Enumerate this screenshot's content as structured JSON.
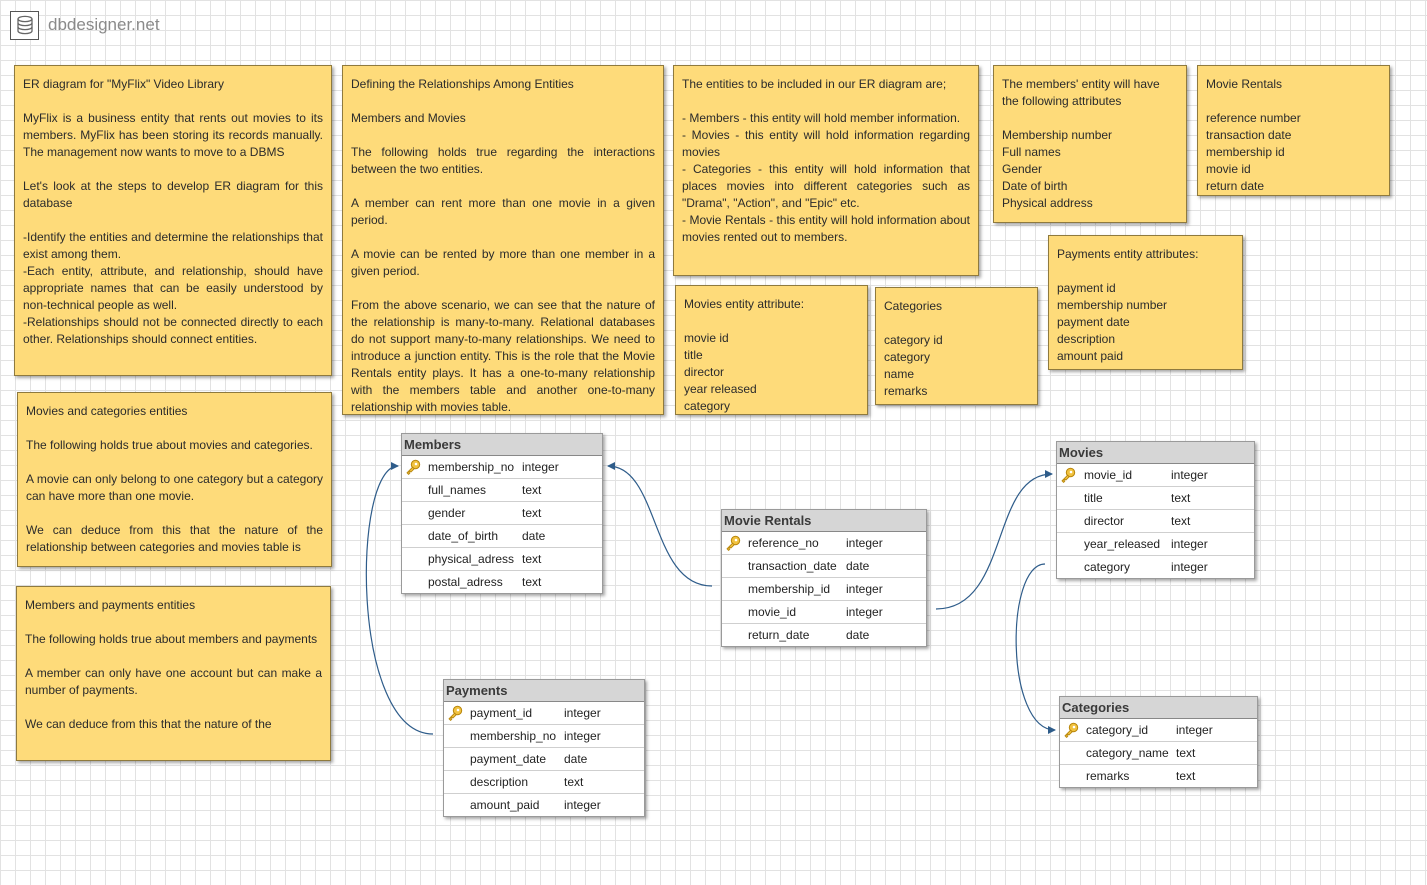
{
  "app": {
    "logo_text": "dbdesigner.net"
  },
  "notes": {
    "intro": "ER diagram for \"MyFlix\" Video Library\n\nMyFlix is a business entity that rents out movies to its members. MyFlix has been storing its records manually. The management now wants to move to a DBMS\n\nLet's look at the steps to develop ER diagram for this database\n\n-Identify the entities and determine the relationships that exist among them.\n-Each entity, attribute, and relationship, should have appropriate names that can be easily understood by non-technical people as well.\n-Relationships should not be connected directly to each other. Relationships should connect entities.",
    "relationships": "Defining the Relationships Among Entities\n\nMembers and Movies\n\nThe following holds true regarding the interactions between the two entities.\n\nA member can rent more than one movie in a given period.\n\nA movie can be rented by more than one member in a given period.\n\nFrom the above scenario, we can see that the nature of the relationship is many-to-many. Relational databases do not support many-to-many relationships. We need to introduce a junction entity. This is the role that the Movie Rentals entity plays. It has a one-to-many relationship with the members table and another one-to-many relationship with movies table.",
    "entities": "The entities to be included in our ER diagram are;\n\n- Members - this entity will hold member information.\n- Movies - this entity will hold information regarding movies\n- Categories - this entity will hold information that places movies into different categories such as \"Drama\", \"Action\", and \"Epic\" etc.\n- Movie Rentals - this entity will hold information about movies rented out to members.",
    "members_attrs": "The members' entity will have the following attributes\n\nMembership number\nFull names\nGender\nDate of birth\nPhysical address",
    "movie_rentals": "Movie Rentals\n\nreference number\ntransaction date\nmembership id\nmovie id\nreturn date",
    "payments_attrs": "Payments entity attributes:\n\npayment id\nmembership number\npayment date\ndescription\namount paid",
    "movies_attrs": "Movies entity attribute:\n\nmovie id\ntitle\ndirector\nyear released\ncategory",
    "categories_attrs": "Categories\n\ncategory id\ncategory\nname\nremarks",
    "movies_categories": "Movies and categories entities\n\nThe following holds true about movies and categories.\n\nA movie can only belong to one category but a category can have more than one movie.\n\nWe can deduce from this that the nature of the relationship between categories and movies table is",
    "members_payments": "Members and payments entities\n\nThe following holds true about members and payments\n\nA member can only have one account but can make a number of payments.\n\nWe can deduce from this that the nature of the"
  },
  "tables": {
    "members": {
      "name": "Members",
      "columns": [
        {
          "name": "membership_no",
          "type": "integer",
          "pk": true
        },
        {
          "name": "full_names",
          "type": "text"
        },
        {
          "name": "gender",
          "type": "text"
        },
        {
          "name": "date_of_birth",
          "type": "date"
        },
        {
          "name": "physical_adress",
          "type": "text"
        },
        {
          "name": "postal_adress",
          "type": "text"
        }
      ]
    },
    "movie_rentals": {
      "name": "Movie Rentals",
      "columns": [
        {
          "name": "reference_no",
          "type": "integer",
          "pk": true
        },
        {
          "name": "transaction_date",
          "type": "date"
        },
        {
          "name": "membership_id",
          "type": "integer"
        },
        {
          "name": "movie_id",
          "type": "integer"
        },
        {
          "name": "return_date",
          "type": "date"
        }
      ]
    },
    "movies": {
      "name": "Movies",
      "columns": [
        {
          "name": "movie_id",
          "type": "integer",
          "pk": true
        },
        {
          "name": "title",
          "type": "text"
        },
        {
          "name": "director",
          "type": "text"
        },
        {
          "name": "year_released",
          "type": "integer"
        },
        {
          "name": "category",
          "type": "integer"
        }
      ]
    },
    "payments": {
      "name": "Payments",
      "columns": [
        {
          "name": "payment_id",
          "type": "integer",
          "pk": true
        },
        {
          "name": "membership_no",
          "type": "integer"
        },
        {
          "name": "payment_date",
          "type": "date"
        },
        {
          "name": "description",
          "type": "text"
        },
        {
          "name": "amount_paid",
          "type": "integer"
        }
      ]
    },
    "categories": {
      "name": "Categories",
      "columns": [
        {
          "name": "category_id",
          "type": "integer",
          "pk": true
        },
        {
          "name": "category_name",
          "type": "text"
        },
        {
          "name": "remarks",
          "type": "text"
        }
      ]
    }
  },
  "icons": {
    "logo": "database-icon",
    "primary_key": "key-icon"
  },
  "colors": {
    "note_fill": "#fedb7a",
    "link": "#2e5c8a",
    "table_header": "#d6d6d6"
  }
}
